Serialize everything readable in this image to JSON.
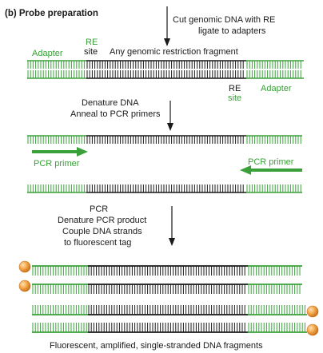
{
  "figure": {
    "panel_title": "(b) Probe preparation",
    "step1": {
      "line1": "Cut genomic DNA with RE",
      "line2": "ligate to adapters"
    },
    "labels_top": {
      "adapter_left": "Adapter",
      "re_site_left_1": "RE",
      "re_site_left_2": "site",
      "fragment": "Any genomic restriction fragment",
      "re_site_right_1": "RE",
      "re_site_right_2": "site",
      "adapter_right": "Adapter"
    },
    "step2": {
      "line1": "Denature DNA",
      "line2": "Anneal to PCR primers"
    },
    "primer_left": "PCR primer",
    "primer_right": "PCR primer",
    "step3": {
      "line1": "PCR",
      "line2": "Denature PCR product",
      "line3": "Couple DNA strands",
      "line4": "to fluorescent tag"
    },
    "caption": "Fluorescent, amplified, single-stranded DNA fragments",
    "colors": {
      "adapter_green": "#3aa03a",
      "dna_black": "#1a1a1a",
      "fluor_tag": "#f0a040"
    }
  }
}
